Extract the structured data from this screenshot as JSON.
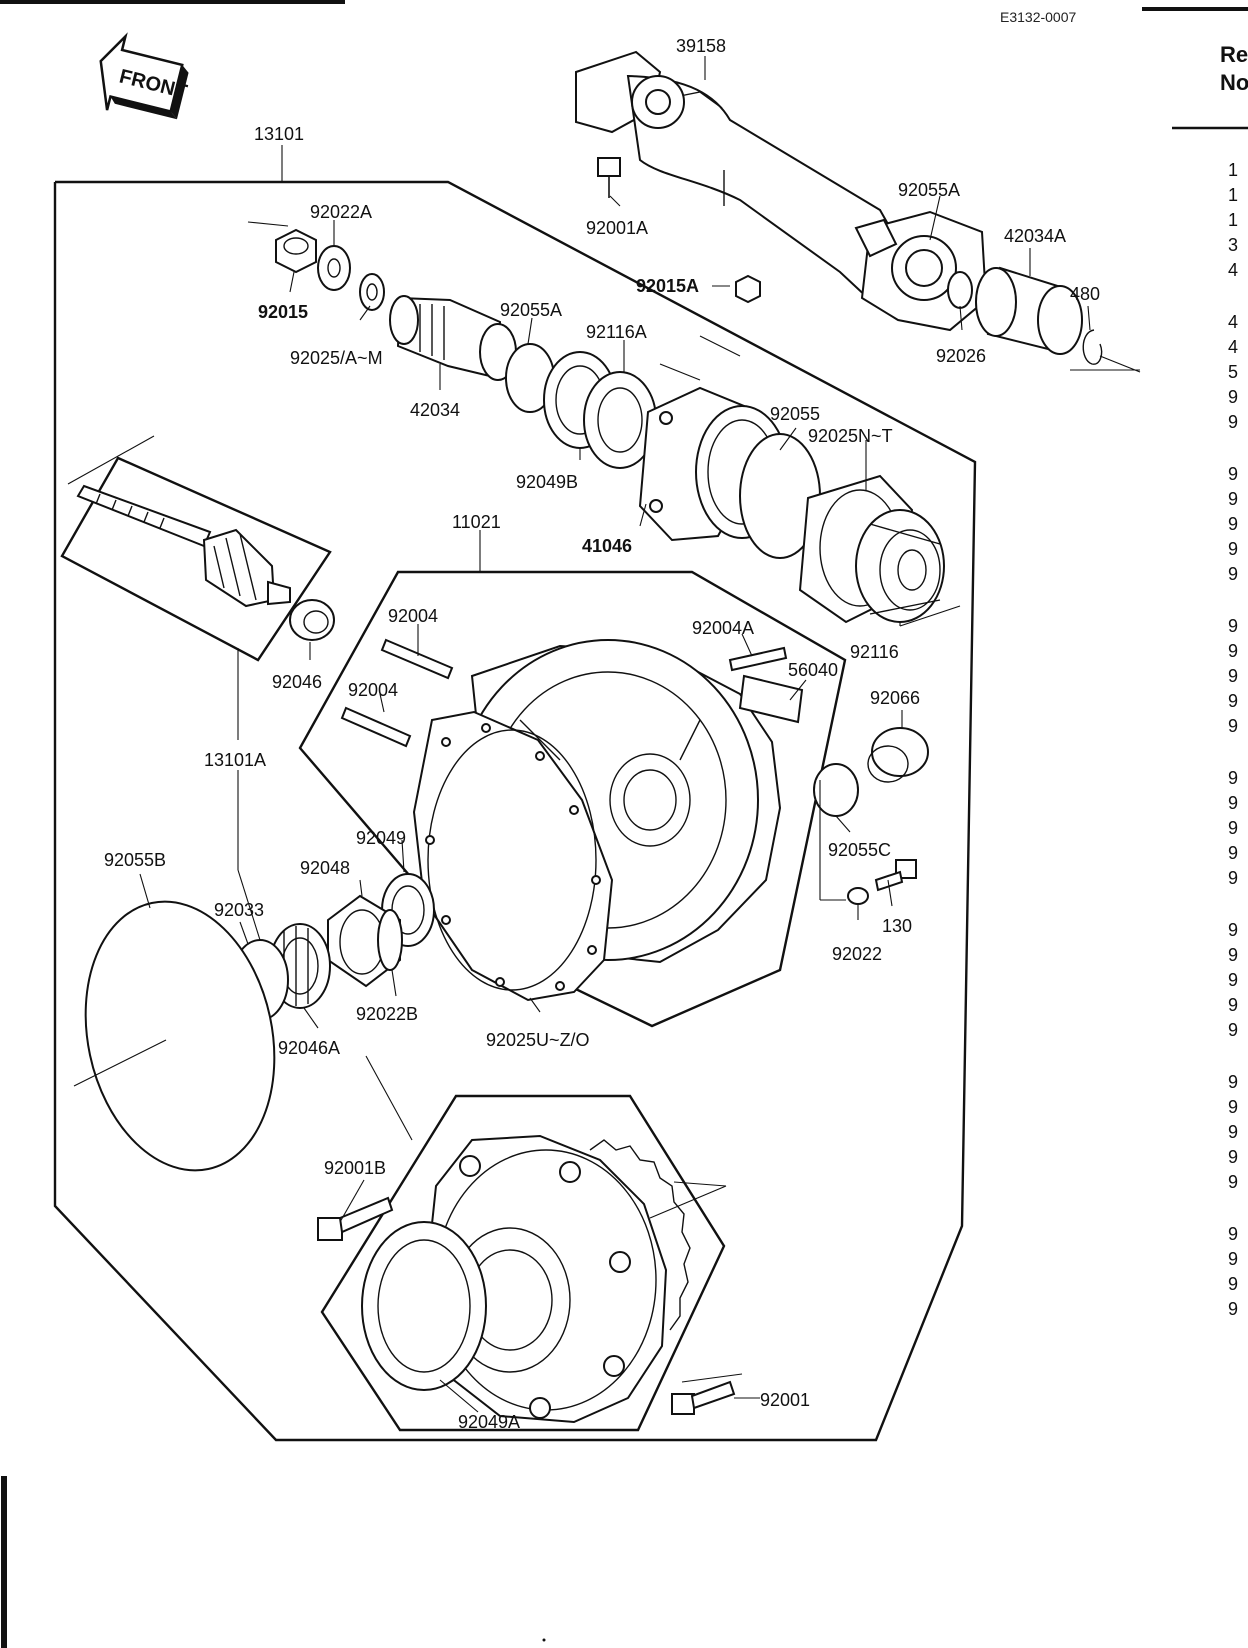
{
  "document": {
    "code": "E3132-0007",
    "front_mark": "FRONT",
    "side_header_line1": "Re",
    "side_header_line2": "No"
  },
  "callouts": [
    "13101",
    "39158",
    "92001A",
    "92055A",
    "42034A",
    "480",
    "92026",
    "92022A",
    "92015",
    "92025/A~M",
    "92015A",
    "92055A",
    "92116A",
    "42034",
    "92049B",
    "92055",
    "92025N~T",
    "41046",
    "11021",
    "92116",
    "92004",
    "92004A",
    "56040",
    "92046",
    "92004",
    "92066",
    "13101A",
    "92055C",
    "92049",
    "92055B",
    "92048",
    "130",
    "92033",
    "92022",
    "92022B",
    "92046A",
    "92025U~Z/O",
    "92001B",
    "92001",
    "92049A"
  ],
  "side_refs": [
    "1",
    "1",
    "1",
    "3",
    "4",
    "4",
    "4",
    "5",
    "9",
    "9",
    "9",
    "9",
    "9",
    "9",
    "9",
    "9",
    "9",
    "9",
    "9",
    "9",
    "9",
    "9",
    "9",
    "9",
    "9",
    "9",
    "9",
    "9",
    "9",
    "9",
    "9",
    "9",
    "9",
    "9",
    "9",
    "9",
    "9",
    "9",
    "9"
  ]
}
